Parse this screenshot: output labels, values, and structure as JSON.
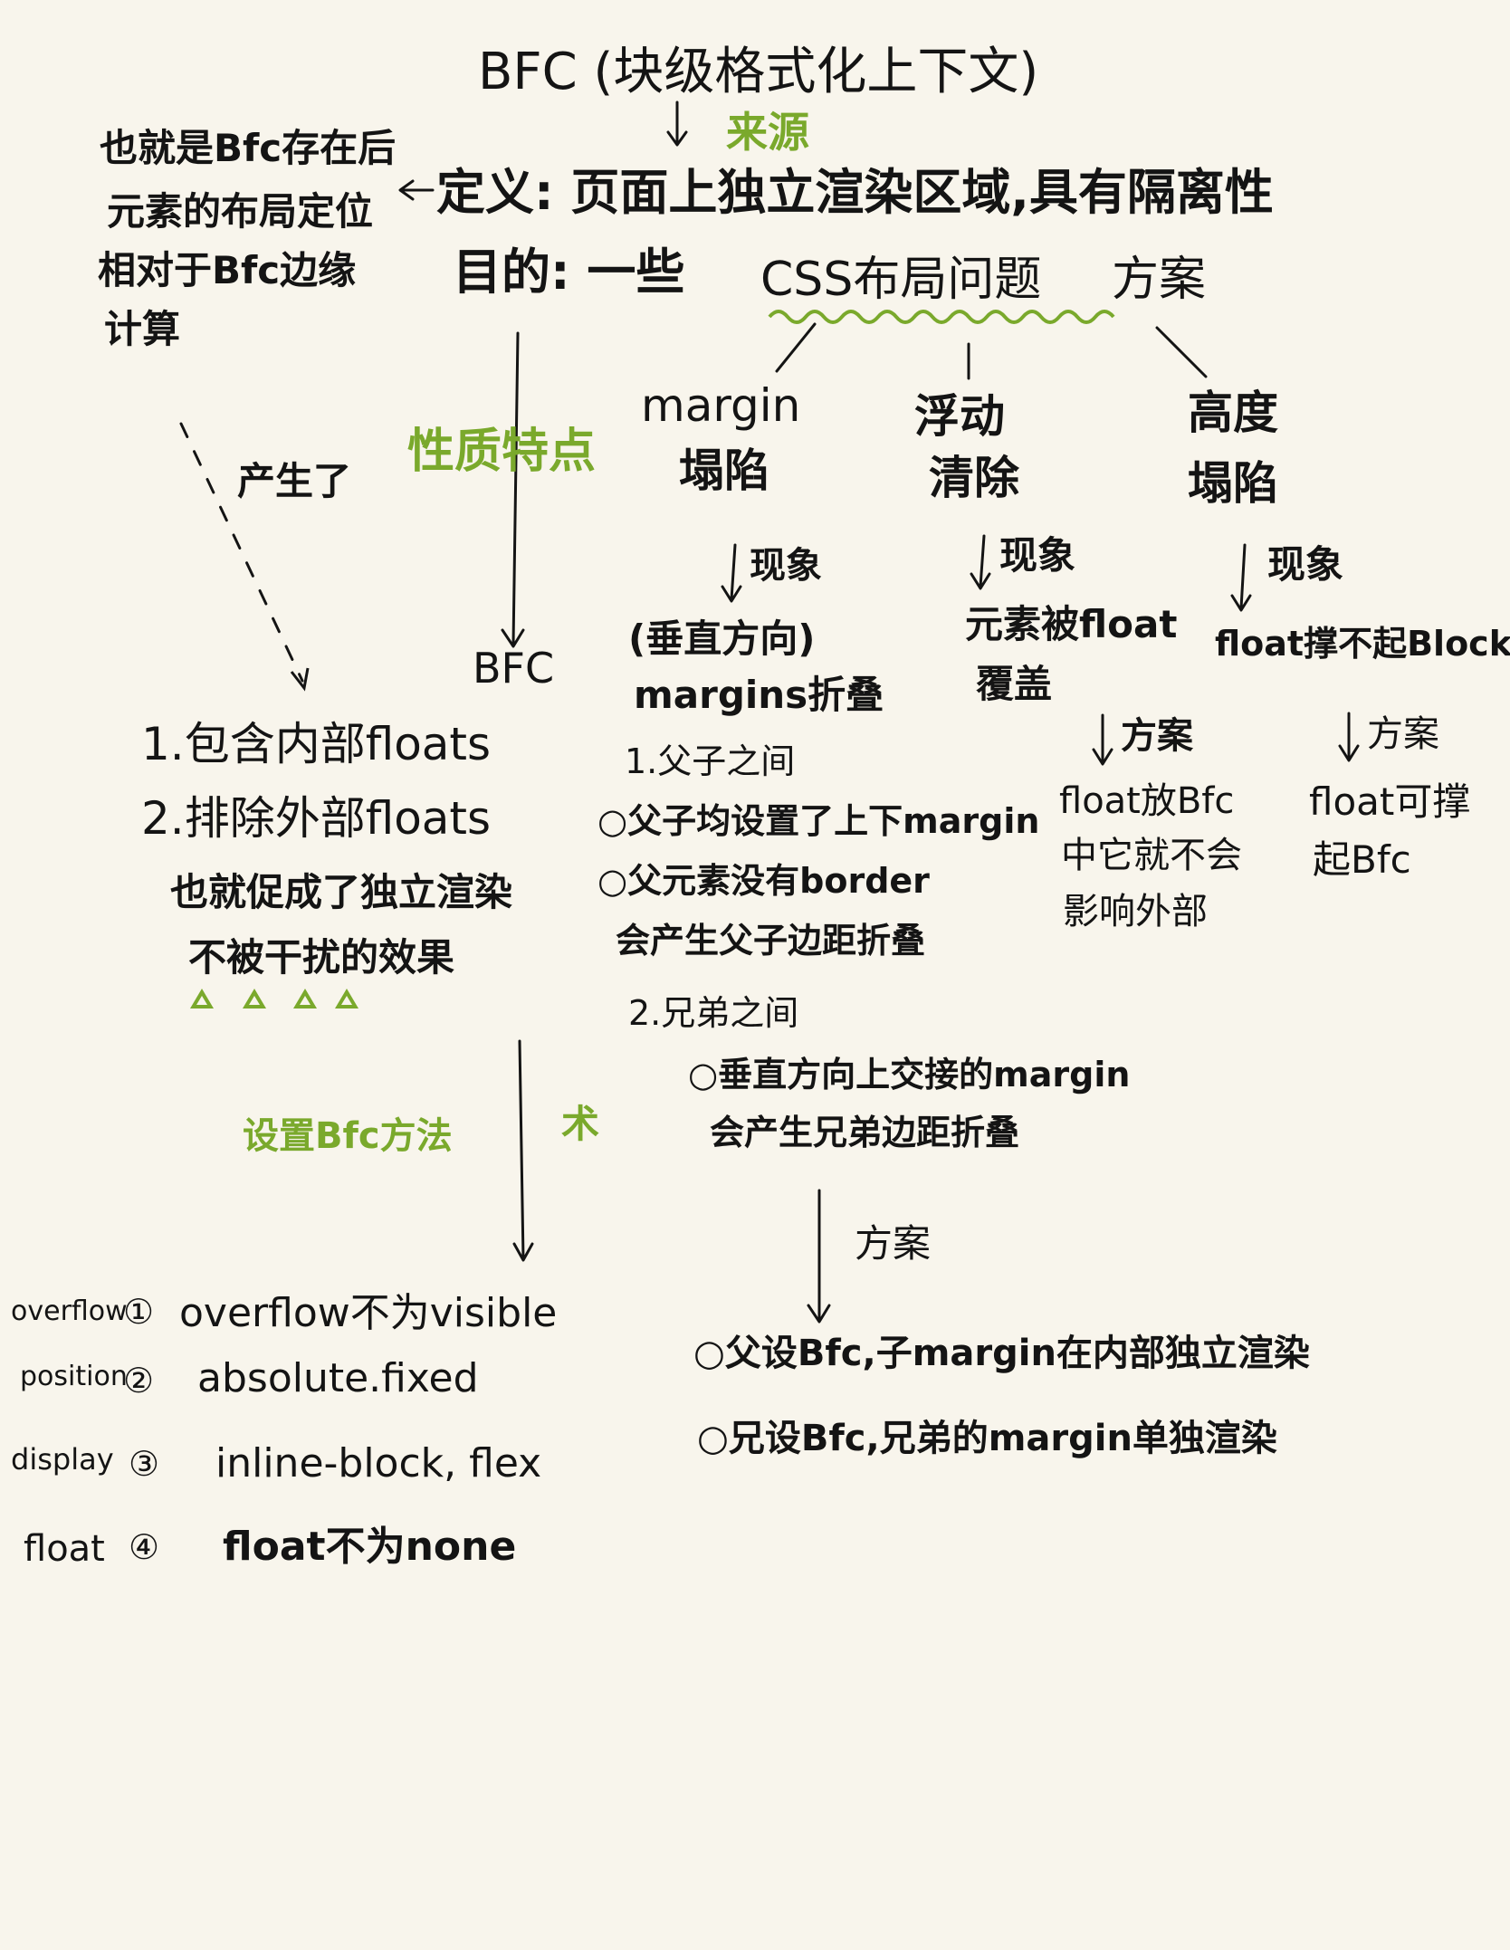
{
  "colors": {
    "ink": "#141414",
    "accent_green": "#7aa92c",
    "paper": "#f8f5ec"
  },
  "title": "BFC (块级格式化上下文)",
  "origin_label": "来源",
  "definition": "定义: 页面上独立渲染区域,具有隔离性",
  "definition_note": [
    "也就是Bfc存在后",
    "元素的布局定位",
    "相对于Bfc边缘",
    "计算"
  ],
  "purpose_prefix": "目的: 一些",
  "purpose_topic": "CSS布局问题",
  "purpose_suffix": "方案",
  "produce_label": "产生了",
  "traits_label": "性质特点",
  "bfc_label": "BFC",
  "problems": [
    {
      "title": [
        "margin",
        "塌陷"
      ],
      "phenomenon_label": "现象",
      "phenomenon": [
        "(垂直方向)",
        "margins折叠"
      ],
      "details": [
        "1.父子之间",
        "○父子均设置了上下margin",
        "○父元素没有border",
        "会产生父子边距折叠",
        "2.兄弟之间",
        "○垂直方向上交接的margin",
        "会产生兄弟边距折叠"
      ],
      "solution_label": "方案",
      "solutions": [
        "○父设Bfc,子margin在内部独立渲染",
        "○兄设Bfc,兄弟的margin单独渲染"
      ]
    },
    {
      "title": [
        "浮动",
        "清除"
      ],
      "phenomenon_label": "现象",
      "phenomenon": [
        "元素被float",
        "覆盖"
      ],
      "solution_label": "方案",
      "solutions": [
        "float放Bfc",
        "中它就不会",
        "影响外部"
      ]
    },
    {
      "title": [
        "高度",
        "塌陷"
      ],
      "phenomenon_label": "现象",
      "phenomenon": [
        "float撑不起Block"
      ],
      "solution_label": "方案",
      "solutions": [
        "float可撑",
        "起Bfc"
      ]
    }
  ],
  "traits": [
    "1.包含内部floats",
    "2.排除外部floats",
    "也就促成了独立渲染",
    "不被干扰的效果"
  ],
  "methods_label": "设置Bfc方法",
  "methods_mark": "术",
  "methods": [
    {
      "prop": "overflow",
      "num": "①",
      "value": "overflow不为visible"
    },
    {
      "prop": "position",
      "num": "②",
      "value": "absolute.fixed"
    },
    {
      "prop": "display",
      "num": "③",
      "value": "inline-block, flex"
    },
    {
      "prop": "float",
      "num": "④",
      "value": "float不为none"
    }
  ]
}
